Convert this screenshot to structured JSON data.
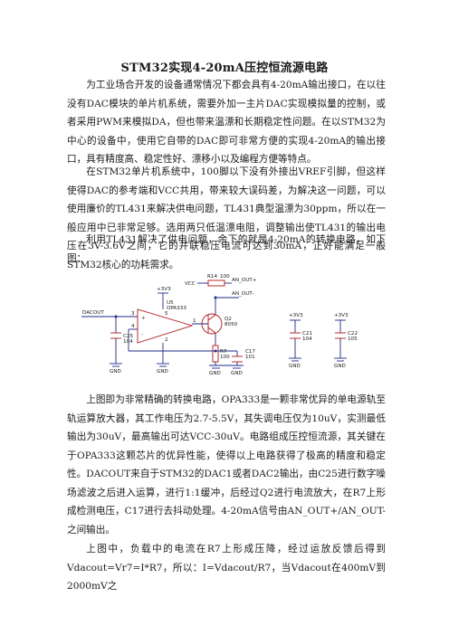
{
  "title": "STM32实现4-20mA压控恒流源电路",
  "paragraphs": [
    "为工业场合开发的设备通常情况下都会具有4-20mA输出接口，在以往没有DAC模块的单片机系统，需要外加一主片DAC实现模拟量的控制，或者采用PWM来模拟DA，但也带来温漂和长期稳定性问题。在以STM32为中心的设备中，使用它自带的DAC即可非常方便的实现4-20mA的输出接口，具有精度高、稳定性好、漂移小以及编程方便等特点。",
    "在STM32单片机系统中，100脚以下没有外接出VREF引脚，但这样使得DAC的参考端和VCC共用，带来较大误码差，为解决这一问题，可以使用廉价的TL431来解决供电问题，TL431典型温漂为30ppm，所以在一般应用中已非常足够。选用两只低温漂电阻，调整输出使TL431的输出电压在3V-3.6V之间，它的并联稳压电流可达到30mA，正好能满足一般STM32核心的功耗需求。",
    "利用TL431解决了供电问题，余下的就是4-20mA的转换电路，如下图：",
    "上图即为非常精确的转换电路，OPA333是一颗非常优异的单电源轨至轨运算放大器，其工作电压为2.7-5.5V，其失调电压仅为10uV，实测最低输出为30uV，最高输出可达VCC-30uV。电路组成压控恒流源，其关键在于OPA333这颗芯片的优异性能，使得以上电路获得了极高的精度和稳定性。DACOUT来自于STM32的DAC1或者DAC2输出，由C25进行数字噪场滤波之后进入运算，进行1:1缓冲，后经过Q2进行电流放大，在R7上形成检测电压，C17进行去抖动处理。4-20mA信号由AN_OUT+/AN_OUT-之间输出。",
    "上图中，负载中的电流在R7上形成压降，经过运放反馈后得到Vdacout=Vr7=I*R7，所以：I=Vdacout/R7，当Vdacout在400mV到2000mV之"
  ],
  "schematic": {
    "net_dacout": "DACOUT",
    "net_vcc": "VCC",
    "net_3v3": "+3V3",
    "net_an_out_plus": "AN_OUT+",
    "net_an_out_minus": "AN_OUT-",
    "gnd": "GND",
    "r14_ref": "R14",
    "r14_val": "100",
    "u5_ref": "U5",
    "u5_part": "OPA333",
    "pin3": "3",
    "pin4": "4",
    "pin1": "1",
    "pin5": "5",
    "pin2": "2",
    "q2_ref": "Q2",
    "q2_part": "8050",
    "r7_ref": "R7",
    "r7_val": "100",
    "c25_ref": "C25",
    "c25_val": "104",
    "c17_ref": "C17",
    "c17_val": "101",
    "c21_ref": "C21",
    "c21_val": "104",
    "c22_ref": "C22",
    "c22_val": "105",
    "plus": "+",
    "minus": "-"
  },
  "colors": {
    "wire": "#1e2a8a",
    "part": "#b01818",
    "label": "#1a1a1a"
  }
}
